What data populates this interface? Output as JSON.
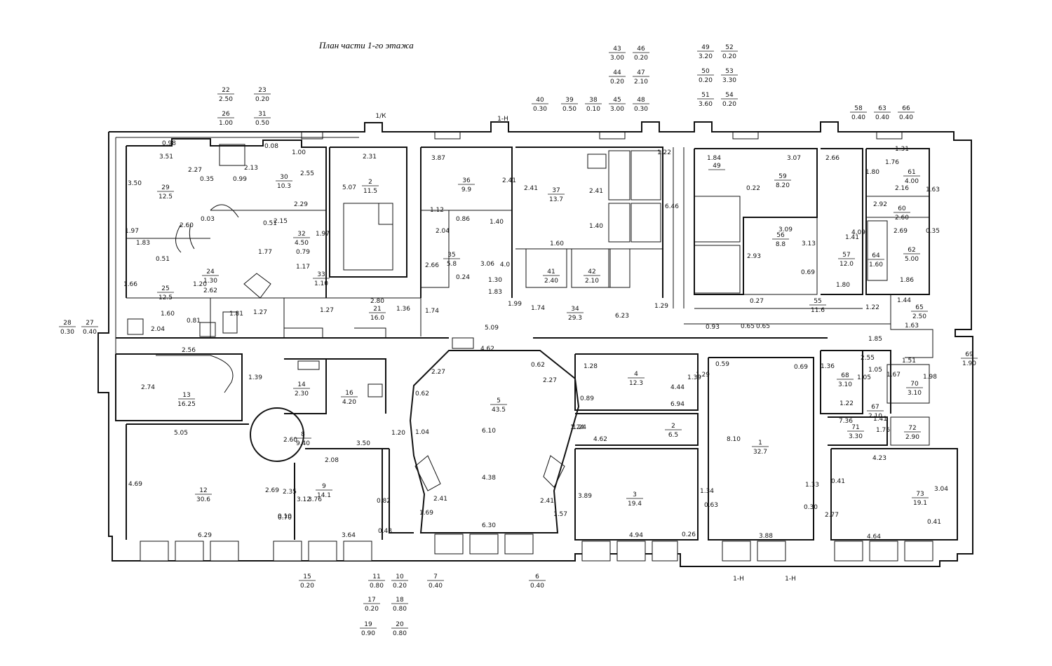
{
  "title": "План части 1-го этажа",
  "axis_labels": [
    "1/К",
    "1-Н",
    "1-Н",
    "1-Н"
  ],
  "top_fractions": [
    {
      "n": "22",
      "v": "2.50"
    },
    {
      "n": "23",
      "v": "0.20"
    },
    {
      "n": "26",
      "v": "1.00"
    },
    {
      "n": "31",
      "v": "0.50"
    },
    {
      "n": "43",
      "v": "3.00"
    },
    {
      "n": "46",
      "v": "0.20"
    },
    {
      "n": "44",
      "v": "0.20"
    },
    {
      "n": "47",
      "v": "2.10"
    },
    {
      "n": "40",
      "v": "0.30"
    },
    {
      "n": "39",
      "v": "0.50"
    },
    {
      "n": "38",
      "v": "0.10"
    },
    {
      "n": "45",
      "v": "3.00"
    },
    {
      "n": "48",
      "v": "0.30"
    },
    {
      "n": "49",
      "v": "3.20"
    },
    {
      "n": "52",
      "v": "0.20"
    },
    {
      "n": "50",
      "v": "0.20"
    },
    {
      "n": "53",
      "v": "3.30"
    },
    {
      "n": "51",
      "v": "3.60"
    },
    {
      "n": "54",
      "v": "0.20"
    },
    {
      "n": "58",
      "v": "0.40"
    },
    {
      "n": "63",
      "v": "0.40"
    },
    {
      "n": "66",
      "v": "0.40"
    }
  ],
  "side_fractions": [
    {
      "n": "28",
      "v": "0.30"
    },
    {
      "n": "27",
      "v": "0.40"
    },
    {
      "n": "69",
      "v": "1.90"
    }
  ],
  "bottom_fractions": [
    {
      "n": "15",
      "v": "0.20"
    },
    {
      "n": "11",
      "v": "0.80"
    },
    {
      "n": "10",
      "v": "0.20"
    },
    {
      "n": "7",
      "v": "0.40"
    },
    {
      "n": "6",
      "v": "0.40"
    },
    {
      "n": "17",
      "v": "0.20"
    },
    {
      "n": "18",
      "v": "0.80"
    },
    {
      "n": "19",
      "v": "0.90"
    },
    {
      "n": "20",
      "v": "0.80"
    }
  ],
  "rooms": [
    {
      "n": "29",
      "a": "12.5"
    },
    {
      "n": "30",
      "a": "10.3"
    },
    {
      "n": "2",
      "a": "11.5"
    },
    {
      "n": "36",
      "a": "9.9"
    },
    {
      "n": "37",
      "a": "13.7"
    },
    {
      "n": "32",
      "a": "4.50"
    },
    {
      "n": "25",
      "a": "12.5"
    },
    {
      "n": "24",
      "a": "1.30"
    },
    {
      "n": "33",
      "a": "1.10"
    },
    {
      "n": "21",
      "a": "16.0"
    },
    {
      "n": "35",
      "a": "5.8"
    },
    {
      "n": "41",
      "a": "2.40"
    },
    {
      "n": "42",
      "a": "2.10"
    },
    {
      "n": "34",
      "a": "29.3"
    },
    {
      "n": "49",
      "a": ""
    },
    {
      "n": "59",
      "a": "8.20"
    },
    {
      "n": "56",
      "a": "8.8"
    },
    {
      "n": "55",
      "a": "11.6"
    },
    {
      "n": "57",
      "a": "12.0"
    },
    {
      "n": "61",
      "a": "4.00"
    },
    {
      "n": "60",
      "a": "2.60"
    },
    {
      "n": "62",
      "a": "5.00"
    },
    {
      "n": "64",
      "a": "1.60"
    },
    {
      "n": "65",
      "a": "2.50"
    },
    {
      "n": "13",
      "a": "16.25"
    },
    {
      "n": "14",
      "a": "2.30"
    },
    {
      "n": "16",
      "a": "4.20"
    },
    {
      "n": "5",
      "a": "43.5"
    },
    {
      "n": "4",
      "a": "12.3"
    },
    {
      "n": "8",
      "a": "9.40"
    },
    {
      "n": "12",
      "a": "30.6"
    },
    {
      "n": "9",
      "a": "14.1"
    },
    {
      "n": "2",
      "a": "6.5"
    },
    {
      "n": "3",
      "a": "19.4"
    },
    {
      "n": "1",
      "a": "32.7"
    },
    {
      "n": "68",
      "a": "3.10"
    },
    {
      "n": "67",
      "a": "2.10"
    },
    {
      "n": "71",
      "a": "3.30"
    },
    {
      "n": "70",
      "a": "3.10"
    },
    {
      "n": "72",
      "a": "2.90"
    },
    {
      "n": "73",
      "a": "19.1"
    }
  ],
  "dimensions": [
    "0.98",
    "3.51",
    "3.50",
    "2.27",
    "0.35",
    "2.13",
    "0.99",
    "1.00",
    "0.08",
    "2.55",
    "2.31",
    "5.07",
    "3.87",
    "2.41",
    "2.41",
    "2.41",
    "1.22",
    "6.46",
    "1.84",
    "3.07",
    "2.66",
    "1.80",
    "1.31",
    "1.76",
    "1.63",
    "2.15",
    "0.03",
    "2.60",
    "0.51",
    "2.29",
    "1.97",
    "1.97",
    "1.83",
    "0.51",
    "0.79",
    "1.77",
    "1.17",
    "1.66",
    "1.20",
    "2.62",
    "1.81",
    "1.27",
    "1.60",
    "0.81",
    "2.04",
    "1.27",
    "2.80",
    "1.36",
    "1.74",
    "1.12",
    "0.86",
    "1.40",
    "2.04",
    "2.66",
    "3.06",
    "0.24",
    "4.0",
    "1.30",
    "1.83",
    "1.60",
    "1.40",
    "1.99",
    "1.74",
    "6.23",
    "1.29",
    "0.93",
    "0.65",
    "0.65",
    "0.22",
    "3.09",
    "2.93",
    "3.13",
    "0.69",
    "1.80",
    "0.27",
    "1.22",
    "1.44",
    "1.63",
    "1.86",
    "0.35",
    "2.69",
    "4.09",
    "1.41",
    "2.92",
    "2.16",
    "5.09",
    "4.62",
    "2.56",
    "1.39",
    "2.74",
    "1.29",
    "1.28",
    "4.44",
    "6.94",
    "0.89",
    "1.39",
    "0.59",
    "0.69",
    "1.05",
    "1.51",
    "1.85",
    "2.55",
    "1.36",
    "1.05",
    "1.22",
    "1.67",
    "1.98",
    "2.27",
    "0.62",
    "2.27",
    "0.62",
    "1.24",
    "1.04",
    "6.10",
    "4.62",
    "1.24",
    "7.36",
    "1.41",
    "1.76",
    "5.05",
    "2.60",
    "3.50",
    "1.20",
    "2.08",
    "4.69",
    "2.69",
    "2.35",
    "3.12",
    "3.76",
    "0.10",
    "0.82",
    "1.69",
    "2.41",
    "4.38",
    "2.41",
    "1.57",
    "3.89",
    "8.10",
    "1.34",
    "1.33",
    "4.23",
    "0.41",
    "3.04",
    "2.77",
    "6.29",
    "0.70",
    "3.64",
    "0.48",
    "6.30",
    "4.94",
    "0.26",
    "0.63",
    "0.30",
    "3.88",
    "4.64",
    "0.41"
  ]
}
